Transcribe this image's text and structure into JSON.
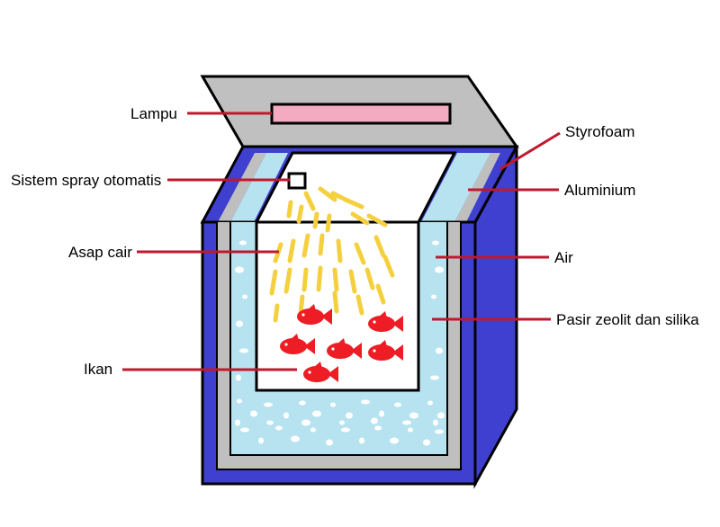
{
  "labels": {
    "lampu": "Lampu",
    "sistem_spray": "Sistem spray otomatis",
    "asap_cair": "Asap cair",
    "ikan": "Ikan",
    "styrofoam": "Styrofoam",
    "aluminium": "Aluminium",
    "air": "Air",
    "pasir": "Pasir zeolit dan silika"
  },
  "colors": {
    "styrofoam": "#3f3fd0",
    "aluminium": "#bfbfbf",
    "water": "#b7e3f0",
    "lamp": "#f4aac0",
    "lid": "#c0c0c0",
    "smoke": "#f4d03f",
    "fish": "#ee1c24",
    "leader_line": "#c0182c"
  }
}
